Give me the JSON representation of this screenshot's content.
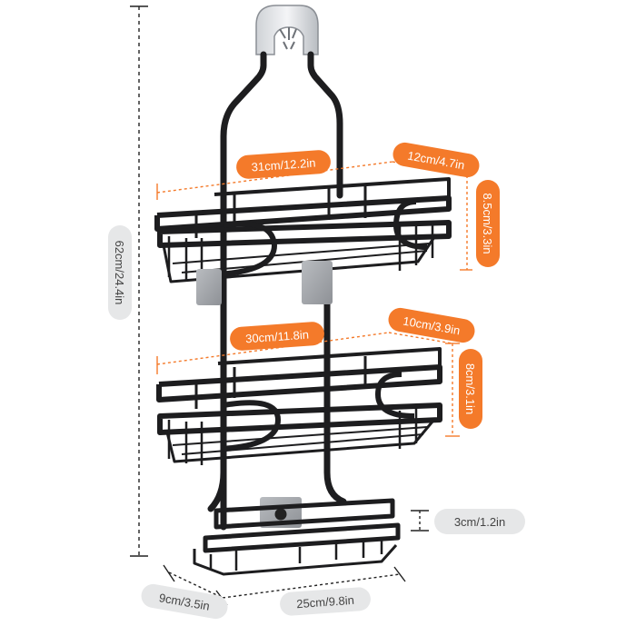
{
  "dimensions": {
    "total_height": "62cm/24.4in",
    "top_shelf_width": "31cm/12.2in",
    "top_shelf_depth": "12cm/4.7in",
    "top_shelf_height": "8.5cm/3.3in",
    "middle_shelf_width": "30cm/11.8in",
    "middle_shelf_depth": "10cm/3.9in",
    "middle_shelf_height": "8cm/3.1in",
    "bottom_shelf_height": "3cm/1.2in",
    "bottom_depth": "9cm/3.5in",
    "bottom_width": "25cm/9.8in"
  },
  "colors": {
    "accent_orange": "#f47a2a",
    "pill_gray": "#e6e7e8",
    "text_dark": "#444444",
    "metal_black": "#1d1d1f",
    "dim_line": "#222222"
  },
  "icons": {
    "product": "shower-caddy-image"
  }
}
